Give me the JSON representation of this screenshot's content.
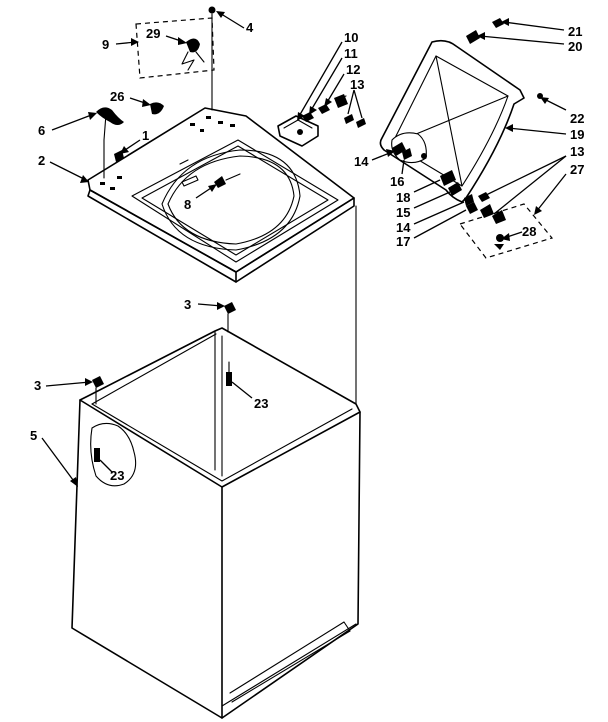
{
  "callouts": {
    "c1": "1",
    "c2": "2",
    "c3a": "3",
    "c3b": "3",
    "c4": "4",
    "c5": "5",
    "c6": "6",
    "c8": "8",
    "c9": "9",
    "c10": "10",
    "c11": "11",
    "c12": "12",
    "c13a": "13",
    "c13b": "13",
    "c14a": "14",
    "c14b": "14",
    "c15": "15",
    "c16": "16",
    "c17": "17",
    "c18": "18",
    "c19": "19",
    "c20": "20",
    "c21": "21",
    "c22": "22",
    "c23a": "23",
    "c23b": "23",
    "c26": "26",
    "c27": "27",
    "c28": "28",
    "c29": "29"
  }
}
